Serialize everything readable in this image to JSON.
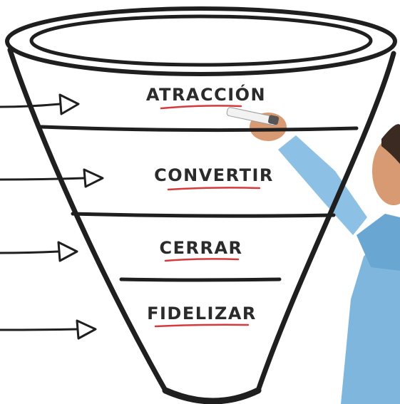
{
  "stages": [
    {
      "label": "ATRACCIÓN"
    },
    {
      "label": "CONVERTIR"
    },
    {
      "label": "CERRAR"
    },
    {
      "label": "FIDELIZAR"
    }
  ],
  "colors": {
    "ink": "#1f1f1f",
    "underline": "#d63a3a",
    "shirt": "#7fb6de",
    "skin": "#d89a72"
  }
}
